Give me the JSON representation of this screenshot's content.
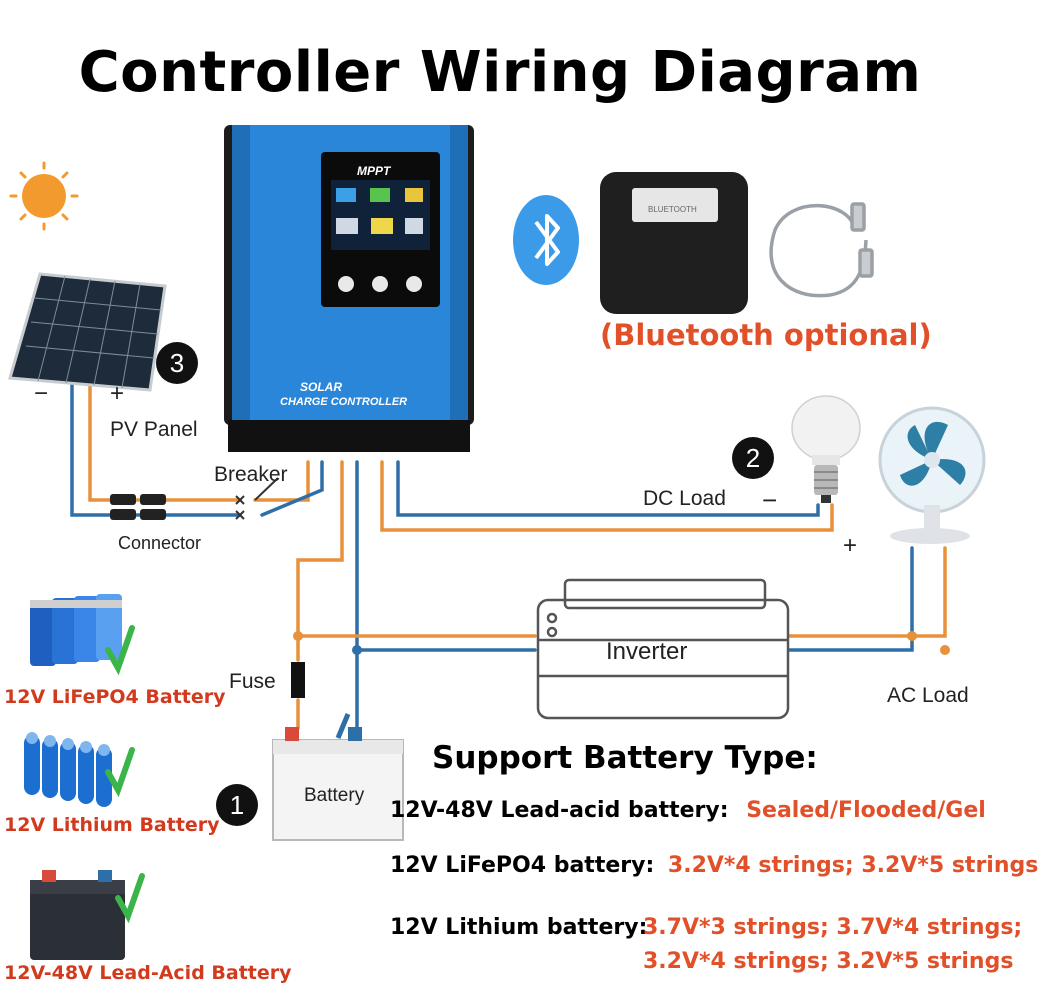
{
  "title": "Controller Wiring Diagram",
  "controller": {
    "screen_brand": "MPPT",
    "name_line1": "SOLAR",
    "name_line2": "CHARGE CONTROLLER"
  },
  "bluetooth": {
    "device_text": "BLUETOOTH",
    "optional_label": "(Bluetooth optional)"
  },
  "labels": {
    "pv_panel": "PV Panel",
    "pv_minus": "−",
    "pv_plus": "+",
    "breaker": "Breaker",
    "connector": "Connector",
    "dc_load": "DC Load",
    "dc_minus": "−",
    "dc_plus": "+",
    "fuse": "Fuse",
    "inverter": "Inverter",
    "ac_load": "AC Load",
    "battery": "Battery"
  },
  "badges": {
    "one": "1",
    "two": "2",
    "three": "3"
  },
  "battery_types": [
    {
      "caption": "12V LiFePO4 Battery"
    },
    {
      "caption": "12V Lithium Battery"
    },
    {
      "caption": "12V-48V Lead-Acid Battery"
    }
  ],
  "support": {
    "title": "Support Battery Type:",
    "rows": [
      {
        "key": "12V-48V Lead-acid battery:",
        "value": "Sealed/Flooded/Gel"
      },
      {
        "key": "12V LiFePO4 battery:",
        "value": "3.2V*4 strings; 3.2V*5 strings"
      },
      {
        "key": "12V Lithium battery:",
        "value": "3.7V*3 strings; 3.7V*4 strings;",
        "value2": "3.2V*4 strings; 3.2V*5 strings"
      }
    ]
  },
  "colors": {
    "positive_wire": "#e8913a",
    "negative_wire": "#2f6fa8",
    "controller_blue": "#2a86d8",
    "accent_red": "#e2502a"
  }
}
